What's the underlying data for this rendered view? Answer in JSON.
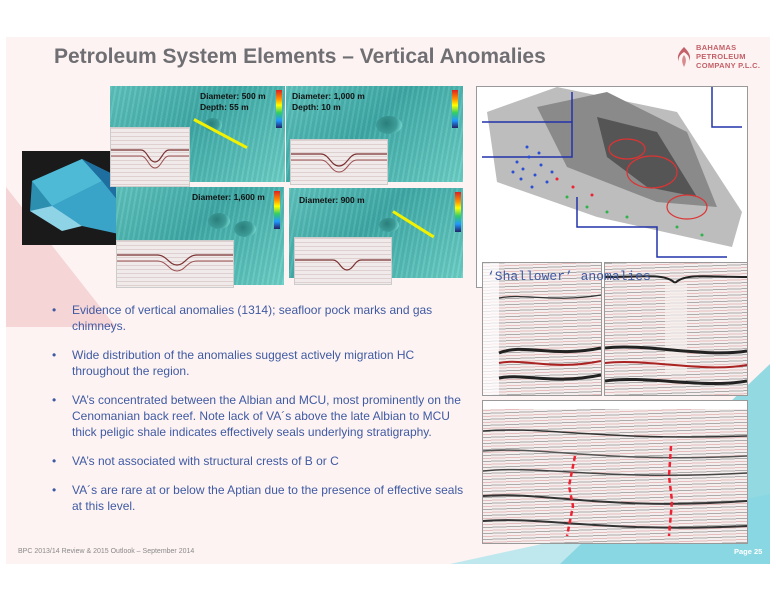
{
  "slide": {
    "title": "Petroleum System Elements – Vertical Anomalies",
    "logo": {
      "line1": "BAHAMAS",
      "line2": "PETROLEUM",
      "line3": "COMPANY P.L.C."
    },
    "footer_left": "BPC 2013/14 Review & 2015 Outlook – September 2014",
    "footer_right": "Page 25"
  },
  "maps": [
    {
      "diameter": "Diameter: 500 m",
      "depth": "Depth: 55 m"
    },
    {
      "diameter": "Diameter: 1,000 m",
      "depth": "Depth: 10 m"
    },
    {
      "diameter": "Diameter: 1,600 m"
    },
    {
      "diameter": "Diameter: 900 m"
    }
  ],
  "caption": "‘Shallower’ anomalies",
  "bullets": [
    "Evidence of vertical anomalies (1314);  seafloor pock marks and gas chimneys.",
    "Wide distribution of the anomalies suggest actively migration HC throughout the region.",
    "VA’s concentrated between the Albian and MCU, most prominently on the Cenomanian back reef.  Note lack of VA´s above the late Albian to MCU thick peligic shale indicates effectively seals underlying stratigraphy.",
    "VA’s not associated with structural crests of B or C",
    "VA´s are rare at or below the Aptian due to the presence of effective seals at this level."
  ],
  "colors": {
    "title": "#6f6f73",
    "body_text": "#3f5aa3",
    "accent_teal": "#7fd3df",
    "accent_pink": "#f4d2d3",
    "logo": "#c46068"
  }
}
